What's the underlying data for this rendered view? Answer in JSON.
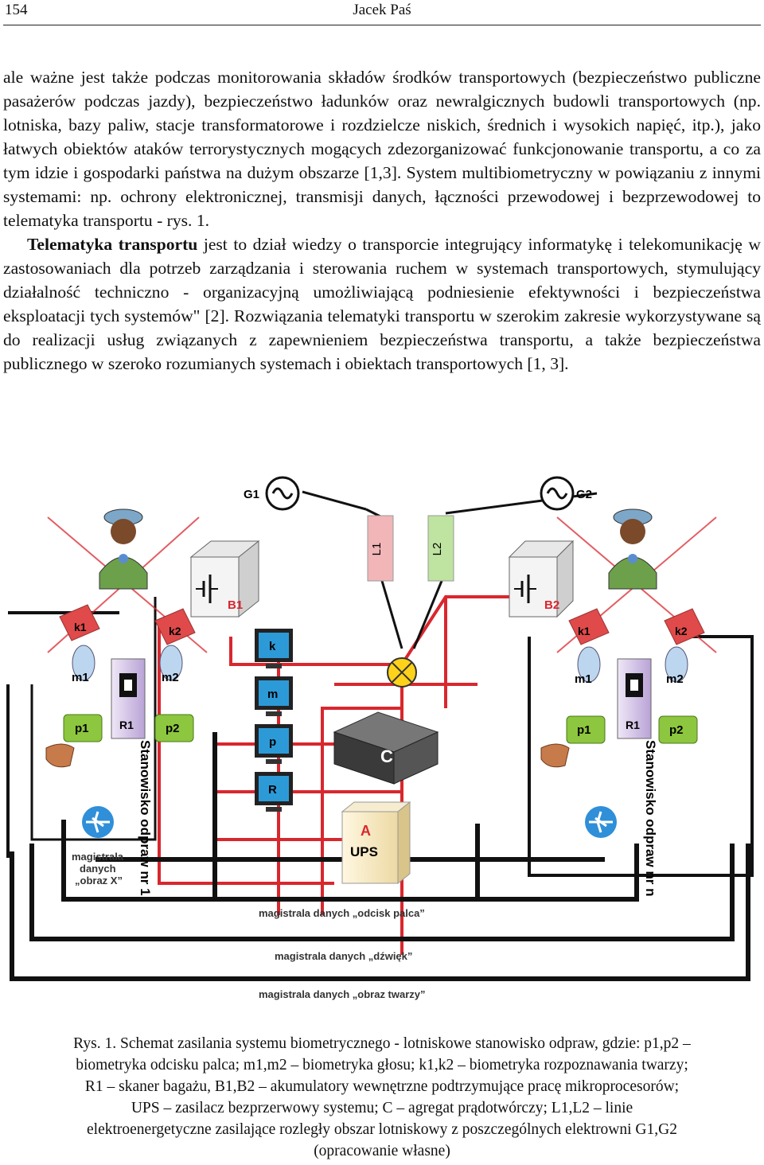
{
  "header": {
    "page_number": "154",
    "author": "Jacek Paś"
  },
  "body": {
    "p1": "ale ważne jest także podczas monitorowania składów środków transportowych (bezpieczeństwo publiczne pasażerów podczas jazdy), bezpieczeństwo ładunków oraz newralgicznych budowli transportowych (np. lotniska, bazy paliw, stacje transformatorowe i rozdzielcze niskich, średnich i wysokich napięć, itp.), jako łatwych obiektów ataków terrorystycznych mogących zdezorganizować funkcjonowanie transportu, a co za tym idzie i gospodarki państwa na dużym obszarze [1,3]. System multibiometryczny w powiązaniu z innymi systemami: np. ochrony elektronicznej, transmisji danych, łączności przewodowej i bezprzewodowej to telematyka transportu - rys. 1.",
    "p2_bold": "Telematyka transportu",
    "p2": " jest to dział wiedzy o transporcie integrujący informatykę i telekomunikację w zastosowaniach dla potrzeb zarządzania i sterowania ruchem w systemach transportowych, stymulujący działalność techniczno - organizacyjną umożliwiającą podniesienie efektywności i bezpieczeństwa eksploatacji tych systemów\" [2]. Rozwiązania telematyki transportu w szerokim zakresie wykorzystywane są do realizacji usług związanych z zapewnieniem bezpieczeństwa transportu, a także bezpieczeństwa publicznego w szeroko rozumianych systemach i obiektach transportowych [1, 3]."
  },
  "figure": {
    "generators": [
      "G1",
      "G2"
    ],
    "lines": [
      "L1",
      "L2"
    ],
    "batteries": [
      "B1",
      "B2"
    ],
    "cameras": [
      "k1",
      "k2"
    ],
    "microphones": [
      "m1",
      "m2"
    ],
    "fingerprint": [
      "p1",
      "p2"
    ],
    "scanner": "R1",
    "monitors": [
      "k",
      "m",
      "p",
      "R"
    ],
    "aggregate": "C",
    "ups_top": "A",
    "ups": "UPS",
    "station_left": "Stanowisko odpraw nr 1",
    "station_right": "Stanowisko odpraw nr n",
    "bus_image_1": "magistrala",
    "bus_image_2": "danych",
    "bus_image_3": "„obraz X”",
    "bus_finger": "magistrala danych „odcisk palca”",
    "bus_sound": "magistrala danych „dźwięk”",
    "bus_face": "magistrala danych „obraz twarzy”",
    "colors": {
      "power": "#d9272e",
      "data": "#111111",
      "green": "#8dc63f",
      "pink": "#f2b6b8",
      "lavender": "#c9b5e0"
    }
  },
  "caption": {
    "l1": "Rys. 1. Schemat zasilania systemu biometrycznego - lotniskowe stanowisko odpraw, gdzie: p1,p2 –",
    "l2": "biometryka odcisku palca; m1,m2 – biometryka głosu; k1,k2 – biometryka rozpoznawania twarzy;",
    "l3": "R1 – skaner bagażu, B1,B2 – akumulatory wewnętrzne podtrzymujące pracę mikroprocesorów;",
    "l4": "UPS – zasilacz bezprzerwowy systemu; C – agregat prądotwórczy; L1,L2 – linie",
    "l5": "elektroenergetyczne zasilające rozległy obszar lotniskowy z poszczególnych elektrowni G1,G2",
    "l6": "(opracowanie własne)"
  }
}
